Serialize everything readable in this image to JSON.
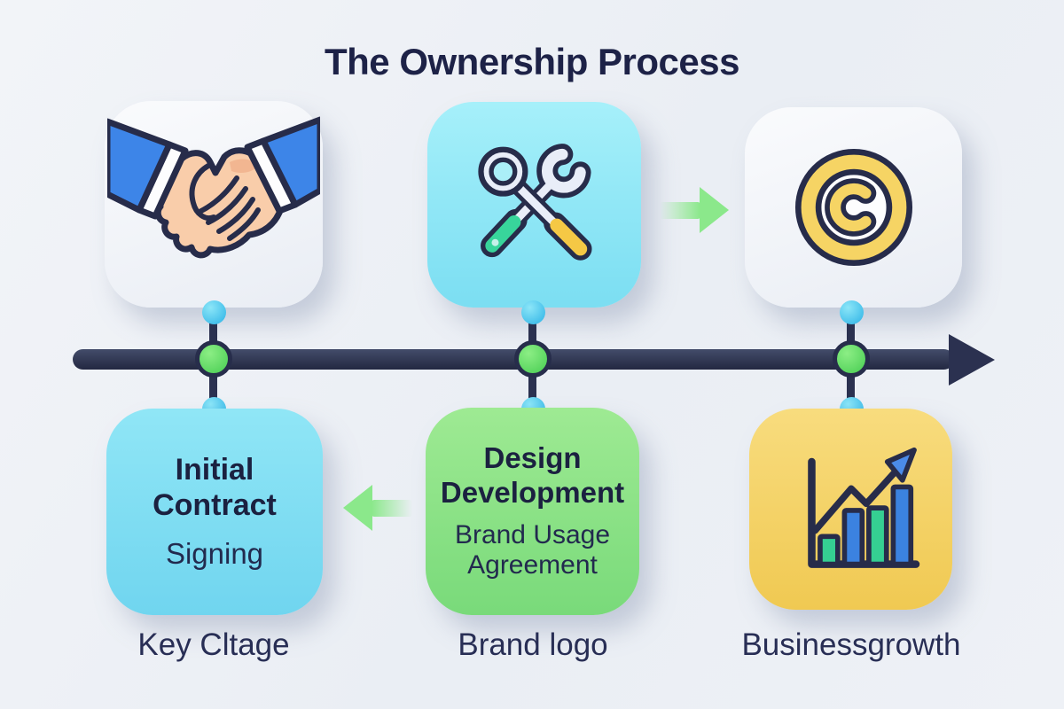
{
  "title": "The Ownership Process",
  "stages": [
    {
      "caption": "Key Cltage",
      "top_card": {
        "icon": "handshake-icon"
      },
      "bottom_card": {
        "heading": "Initial Contract",
        "subheading": "Signing"
      }
    },
    {
      "caption": "Brand logo",
      "top_card": {
        "icon": "crossed-tools-icon"
      },
      "bottom_card": {
        "heading": "Design Development",
        "subheading": "Brand Usage Agreement"
      }
    },
    {
      "caption": "Businessgrowth",
      "top_card": {
        "icon": "copyright-icon"
      },
      "bottom_card": {
        "icon": "growth-chart-icon"
      }
    }
  ],
  "colors": {
    "background": "#edf0f5",
    "title_text": "#1d2247",
    "timeline": "#2b3150",
    "node_green": "#5fd765",
    "connector_dot_cyan": "#4fc4ec",
    "flow_arrow_green": "#8be88b",
    "card_white": "#f3f6fa",
    "card_cyan_light": "#8fe7f6",
    "card_cyan": "#7cdbf1",
    "card_green": "#8be08a",
    "card_yellow": "#f4d368",
    "sleeve_blue": "#3d85e8",
    "skin": "#f9cdaa",
    "tool_gray": "#e9edf8",
    "tool_green_handle": "#38d59b",
    "tool_yellow_handle": "#f5c845",
    "copyright_yellow": "#f6d464",
    "chart_bar_green": "#35cf92",
    "chart_bar_blue": "#3b82e0",
    "outline_navy": "#272c4a"
  }
}
